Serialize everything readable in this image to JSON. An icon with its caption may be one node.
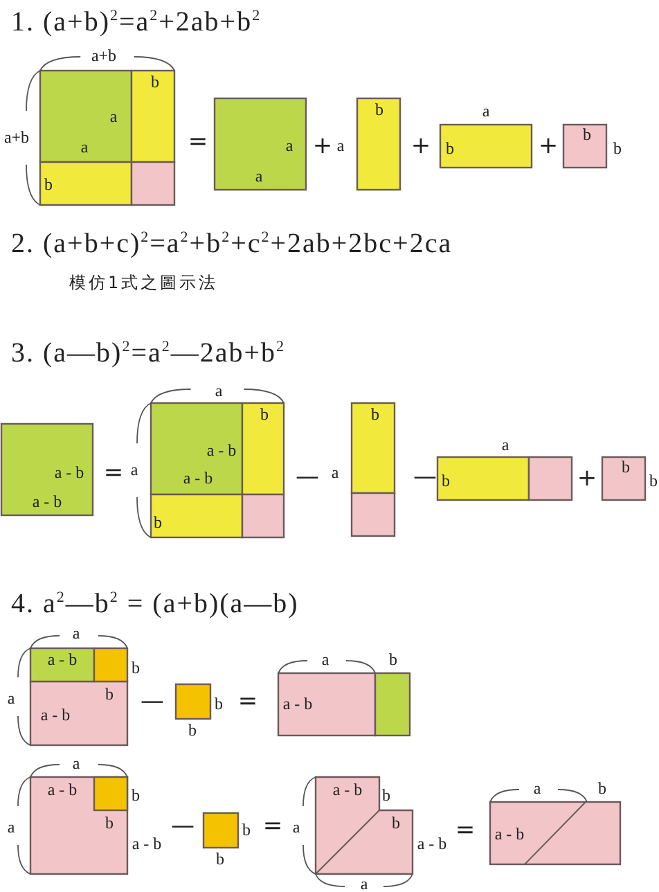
{
  "diagram": {
    "labels": [
      "1. (a+b)$^{2}$=a$^{2}$+2ab+b$^{2}$",
      "a+b",
      "a+b",
      "b",
      "a",
      "a",
      "b",
      "=",
      "a",
      "a",
      "+",
      "a",
      "b",
      "+",
      "a",
      "b",
      "+",
      "b",
      "b",
      "2. (a+b+c)$^{2}$=a$^{2}$+b$^{2}$+c$^{2}$+2ab+2bc+2ca",
      "模仿1式之圖示法",
      "3. (a—b)$^{2}$=a$^{2}$—2ab+b$^{2}$",
      "a - b",
      "a - b",
      "=",
      "a",
      "a",
      "b",
      "a - b",
      "a - b",
      "b",
      "—",
      "a",
      "b",
      "—",
      "a",
      "b",
      "+",
      "b",
      "b",
      "4. a$^{2}$—b$^{2}$ = (a+b)(a—b)",
      "a",
      "a - b",
      "b",
      "b",
      "a",
      "a - b",
      "—",
      "b",
      "b",
      "=",
      "a",
      "b",
      "a - b",
      "a",
      "a - b",
      "b",
      "b",
      "a",
      "a - b",
      "—",
      "b",
      "b",
      "=",
      "a",
      "a - b",
      "b",
      "b",
      "a - b",
      "a",
      "=",
      "a",
      "b",
      "a - b"
    ]
  }
}
